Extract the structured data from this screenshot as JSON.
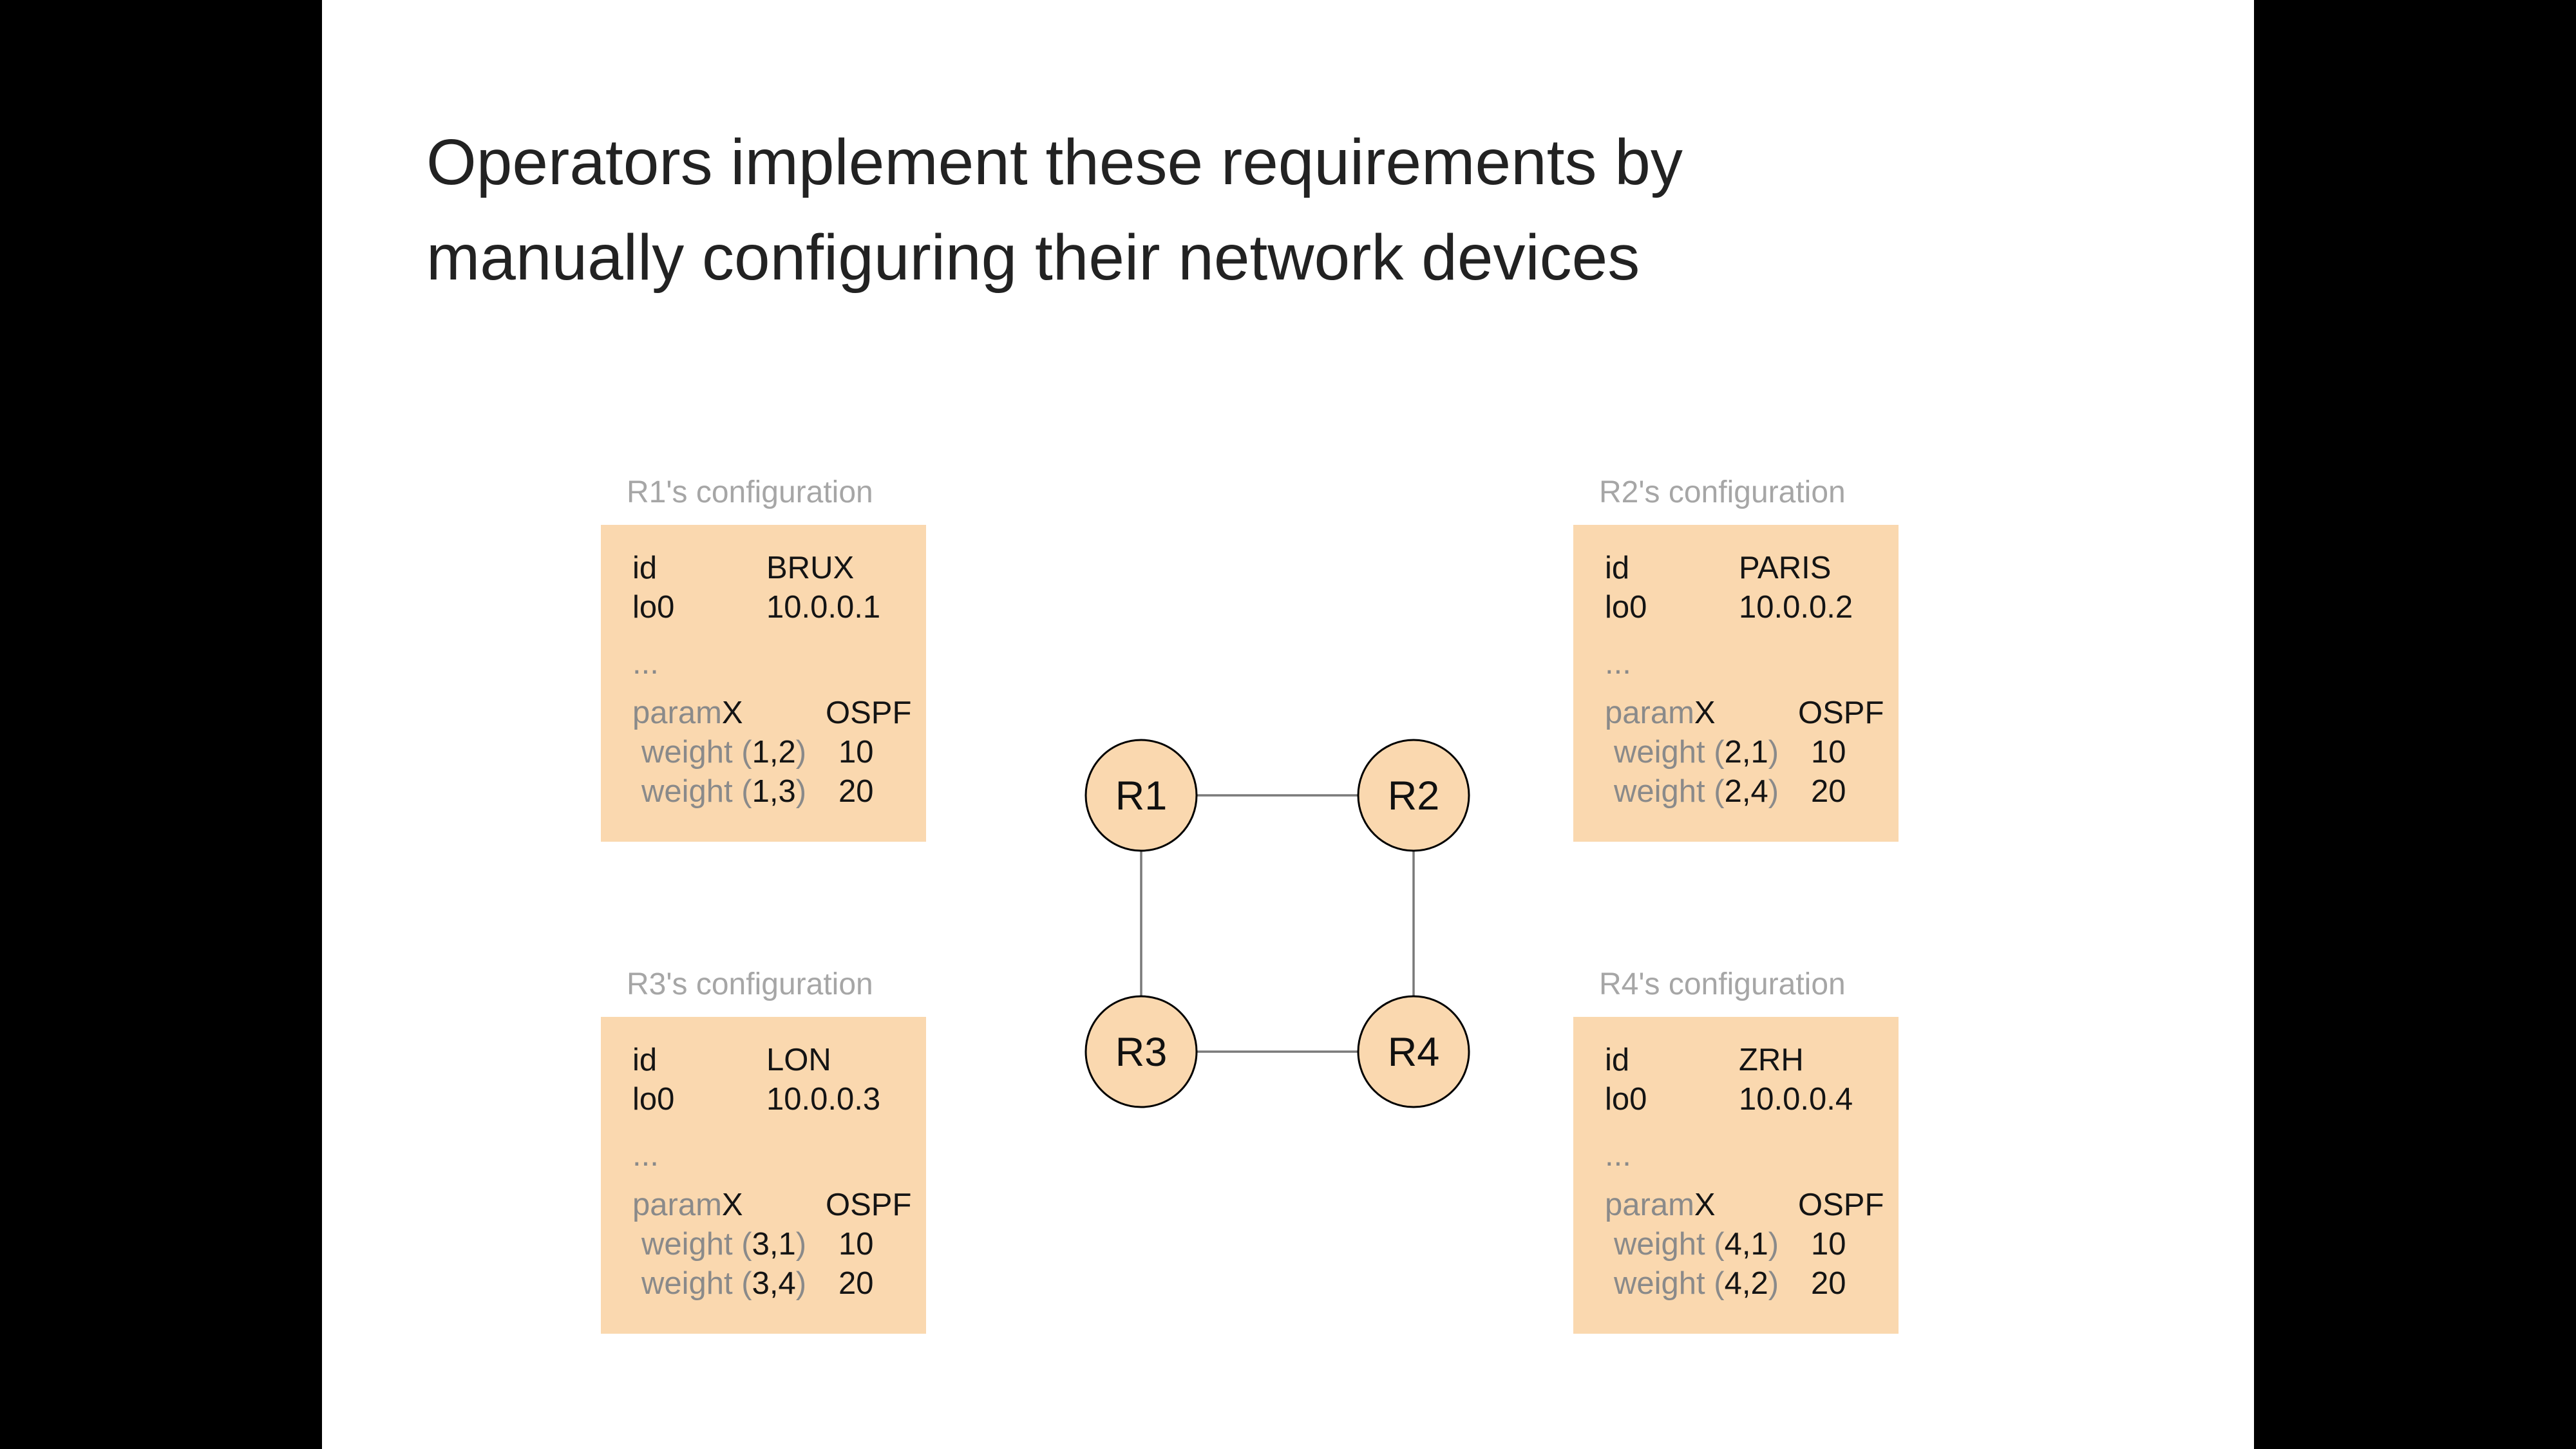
{
  "title": {
    "line1": "Operators implement these requirements by",
    "line2": "manually configuring their network devices"
  },
  "configs": [
    {
      "header": "R1's configuration",
      "rows": [
        {
          "label": "id",
          "value": "BRUX"
        },
        {
          "label": "lo0",
          "value": "10.0.0.1"
        }
      ],
      "ellipsis": "...",
      "param": {
        "gray": "param",
        "black": "X",
        "value": "OSPF"
      },
      "weights": [
        {
          "prefix": "weight (",
          "pair": "1,2",
          "suffix": ")",
          "value": "10"
        },
        {
          "prefix": "weight (",
          "pair": "1,3",
          "suffix": ")",
          "value": "20"
        }
      ]
    },
    {
      "header": "R2's configuration",
      "rows": [
        {
          "label": "id",
          "value": "PARIS"
        },
        {
          "label": "lo0",
          "value": "10.0.0.2"
        }
      ],
      "ellipsis": "...",
      "param": {
        "gray": "param",
        "black": "X",
        "value": "OSPF"
      },
      "weights": [
        {
          "prefix": "weight (",
          "pair": "2,1",
          "suffix": ")",
          "value": "10"
        },
        {
          "prefix": "weight (",
          "pair": "2,4",
          "suffix": ")",
          "value": "20"
        }
      ]
    },
    {
      "header": "R3's configuration",
      "rows": [
        {
          "label": "id",
          "value": "LON"
        },
        {
          "label": "lo0",
          "value": "10.0.0.3"
        }
      ],
      "ellipsis": "...",
      "param": {
        "gray": "param",
        "black": "X",
        "value": "OSPF"
      },
      "weights": [
        {
          "prefix": "weight (",
          "pair": "3,1",
          "suffix": ")",
          "value": "10"
        },
        {
          "prefix": "weight (",
          "pair": "3,4",
          "suffix": ")",
          "value": "20"
        }
      ]
    },
    {
      "header": "R4's configuration",
      "rows": [
        {
          "label": "id",
          "value": "ZRH"
        },
        {
          "label": "lo0",
          "value": "10.0.0.4"
        }
      ],
      "ellipsis": "...",
      "param": {
        "gray": "param",
        "black": "X",
        "value": "OSPF"
      },
      "weights": [
        {
          "prefix": "weight (",
          "pair": "4,1",
          "suffix": ")",
          "value": "10"
        },
        {
          "prefix": "weight (",
          "pair": "4,2",
          "suffix": ")",
          "value": "20"
        }
      ]
    }
  ],
  "diagram": {
    "nodes": [
      {
        "label": "R1"
      },
      {
        "label": "R2"
      },
      {
        "label": "R3"
      },
      {
        "label": "R4"
      }
    ],
    "links": [
      "R1-R2",
      "R1-R3",
      "R2-R4",
      "R3-R4"
    ]
  },
  "colors": {
    "background": "#000000",
    "slide_bg": "#ffffff",
    "title_text": "#222222",
    "header_gray": "#a6a6a6",
    "box_bg": "#fad8af",
    "black_text": "#141414",
    "gray_text": "#8a8a8a",
    "link_gray": "#7a7a7a",
    "node_stroke": "#000000"
  }
}
